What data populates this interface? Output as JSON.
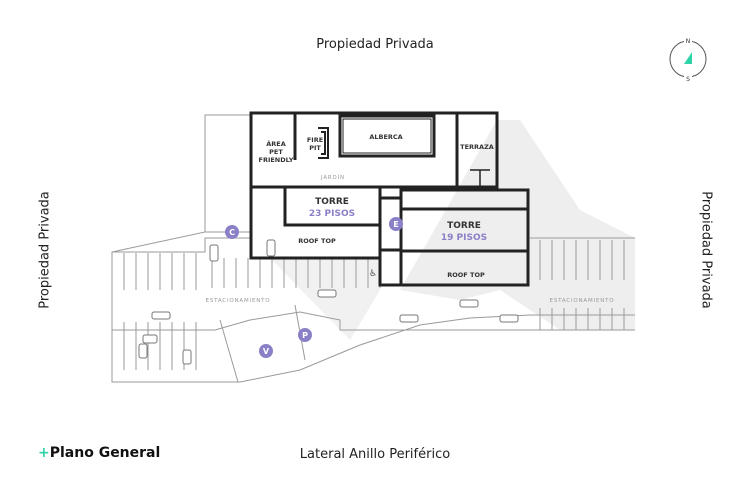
{
  "labels": {
    "top": "Propiedad Privada",
    "left": "Propiedad Privada",
    "right": "Propiedad Privada",
    "bottom": "Lateral Anillo Periférico"
  },
  "brand": {
    "plus": "+",
    "text": "Plano General"
  },
  "compass": {
    "north": "N",
    "south": "S"
  },
  "areas": {
    "alberca": "ALBERCA",
    "fire_pit": [
      "FIRE",
      "PIT"
    ],
    "pet": [
      "ÁREA",
      "PET",
      "FRIENDLY"
    ],
    "terraza": "TERRAZA",
    "jardin": "JARDÍN",
    "torre_a_title": "TORRE",
    "torre_a_floors": "23 PISOS",
    "torre_b_title": "TORRE",
    "torre_b_floors": "19 PISOS",
    "roof_top_a": "ROOF TOP",
    "roof_top_b": "ROOF TOP",
    "parking_left": "ESTACIONAMIENTO",
    "parking_right": "ESTACIONAMIENTO"
  },
  "markers": {
    "c": "C",
    "e": "E",
    "v": "V",
    "p": "P"
  },
  "colors": {
    "accent": "#8a80c8",
    "brand": "#2ed3a8",
    "walls": "#222222"
  }
}
